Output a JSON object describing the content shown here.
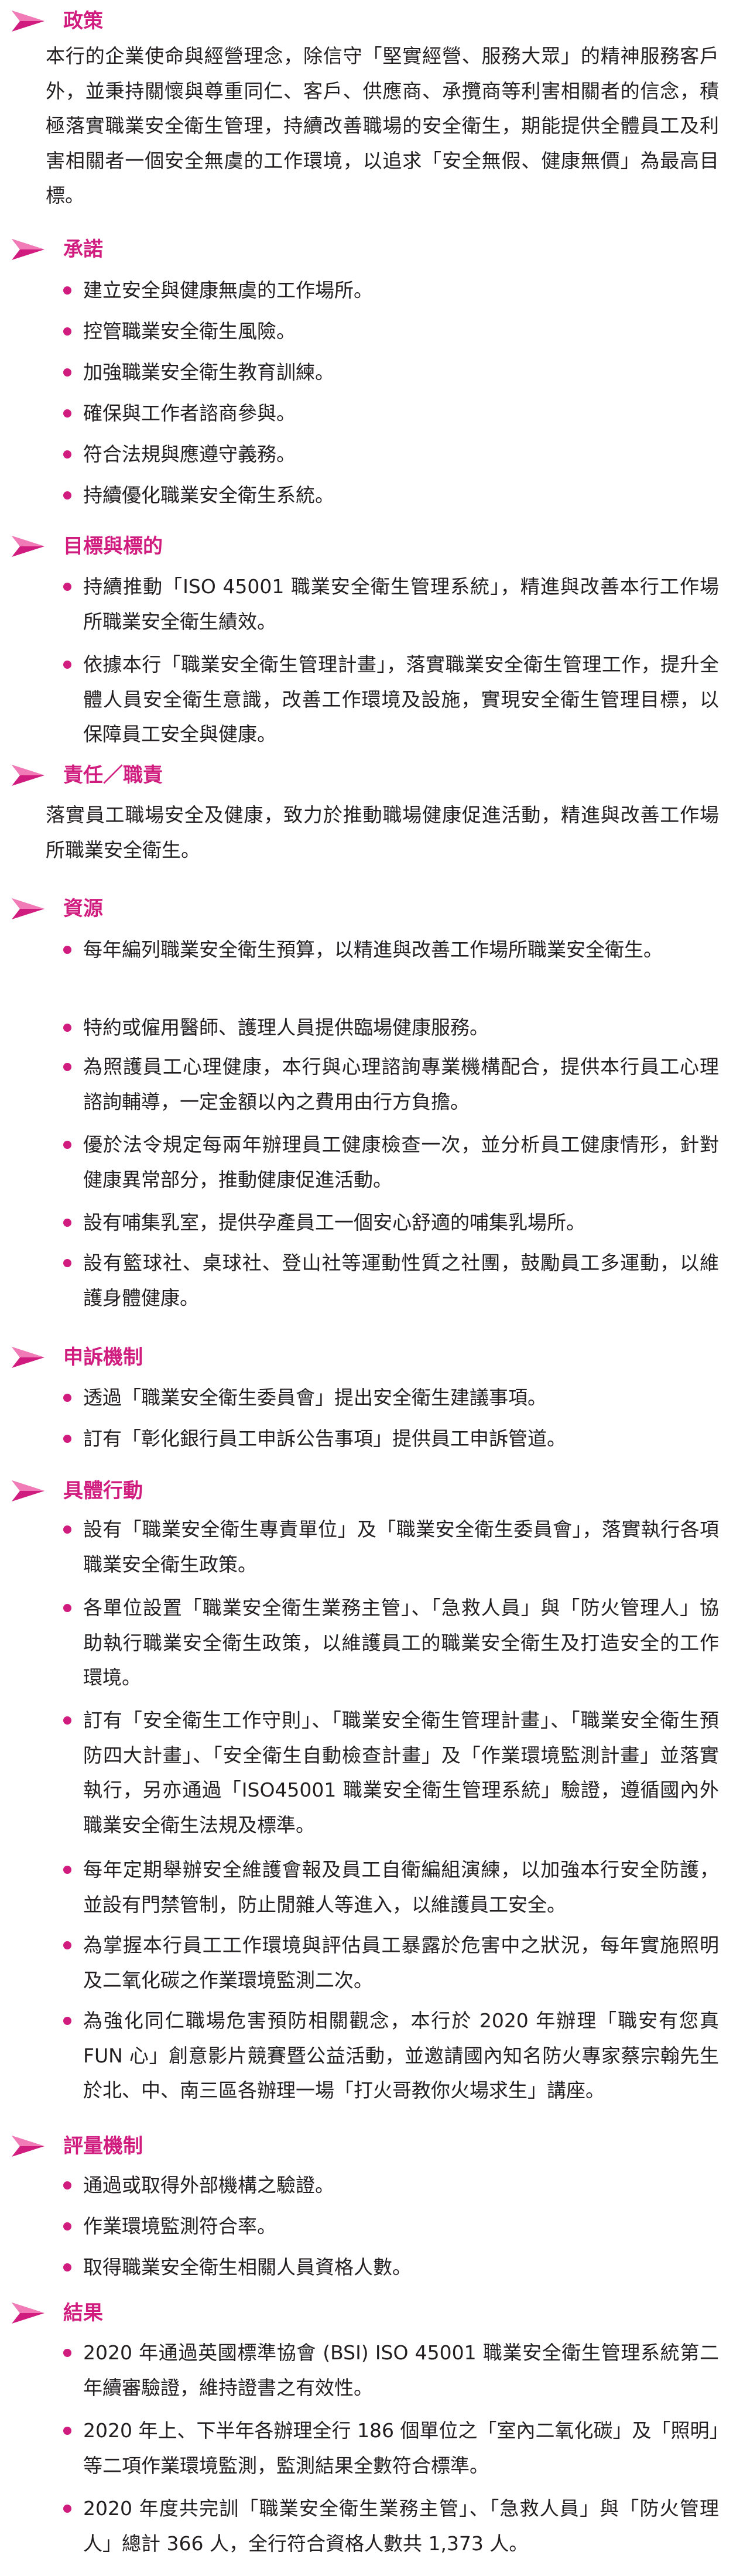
{
  "accent_color": "#d01c7e",
  "heading_icon": "pink-arrow-chevron-icon",
  "sections": [
    {
      "id": "policy",
      "heading": "政策",
      "paragraph": "本行的企業使命與經營理念，除信守「堅實經營、服務大眾」的精神服務客戶外，並秉持關懷與尊重同仁、客戶、供應商、承攬商等利害相關者的信念，積極落實職業安全衛生管理，持續改善職場的安全衛生，期能提供全體員工及利害相關者一個安全無虞的工作環境，以追求「安全無假、健康無價」為最高目標。"
    },
    {
      "id": "commitment",
      "heading": "承諾",
      "items": [
        "建立安全與健康無虞的工作場所。",
        "控管職業安全衛生風險。",
        "加強職業安全衛生教育訓練。",
        "確保與工作者諮商參與。",
        "符合法規與應遵守義務。",
        "持續優化職業安全衛生系統。"
      ]
    },
    {
      "id": "goals",
      "heading": "目標與標的",
      "items": [
        "持續推動「ISO 45001 職業安全衛生管理系統」，精進與改善本行工作場所職業安全衛生績效。",
        "依據本行「職業安全衛生管理計畫」，落實職業安全衛生管理工作，提升全體人員安全衛生意識，改善工作環境及設施，實現安全衛生管理目標，以保障員工安全與健康。"
      ]
    },
    {
      "id": "responsibility",
      "heading": "責任／職責",
      "paragraph": "落實員工職場安全及健康，致力於推動職場健康促進活動，精進與改善工作場所職業安全衛生。"
    },
    {
      "id": "resources",
      "heading": "資源",
      "items": [
        "每年編列職業安全衛生預算，以精進與改善工作場所職業安全衛生。",
        "特約或僱用醫師、護理人員提供臨場健康服務。",
        "為照護員工心理健康，本行與心理諮詢專業機構配合，提供本行員工心理諮詢輔導，一定金額以內之費用由行方負擔。",
        "優於法令規定每兩年辦理員工健康檢查一次，並分析員工健康情形，針對健康異常部分，推動健康促進活動。",
        "設有哺集乳室，提供孕產員工一個安心舒適的哺集乳場所。",
        "設有籃球社、桌球社、登山社等運動性質之社團，鼓勵員工多運動，以維護身體健康。"
      ]
    },
    {
      "id": "grievance",
      "heading": "申訴機制",
      "items": [
        "透過「職業安全衛生委員會」提出安全衛生建議事項。",
        "訂有「彰化銀行員工申訴公告事項」提供員工申訴管道。"
      ]
    },
    {
      "id": "actions",
      "heading": "具體行動",
      "items": [
        "設有「職業安全衛生專責單位」及「職業安全衛生委員會」，落實執行各項職業安全衛生政策。",
        "各單位設置「職業安全衛生業務主管」、「急救人員」與「防火管理人」協助執行職業安全衛生政策，以維護員工的職業安全衛生及打造安全的工作環境。",
        "訂有「安全衛生工作守則」、「職業安全衛生管理計畫」、「職業安全衛生預防四大計畫」、「安全衛生自動檢查計畫」及「作業環境監測計畫」並落實執行，另亦通過「ISO45001 職業安全衛生管理系統」驗證，遵循國內外職業安全衛生法規及標準。",
        "每年定期舉辦安全維護會報及員工自衛編組演練，以加強本行安全防護，並設有門禁管制，防止閒雜人等進入，以維護員工安全。",
        "為掌握本行員工工作環境與評估員工暴露於危害中之狀況，每年實施照明及二氧化碳之作業環境監測二次。",
        "為強化同仁職場危害預防相關觀念，本行於 2020 年辦理「職安有您真 FUN 心」創意影片競賽暨公益活動，並邀請國內知名防火專家蔡宗翰先生於北、中、南三區各辦理一場「打火哥教你火場求生」講座。"
      ]
    },
    {
      "id": "evaluation",
      "heading": "評量機制",
      "items": [
        "通過或取得外部機構之驗證。",
        "作業環境監測符合率。",
        "取得職業安全衛生相關人員資格人數。"
      ]
    },
    {
      "id": "results",
      "heading": "結果",
      "items": [
        "2020 年通過英國標準協會 (BSI) ISO 45001 職業安全衛生管理系統第二年續審驗證，維持證書之有效性。",
        "2020 年上、下半年各辦理全行 186 個單位之「室內二氧化碳」及「照明」等二項作業環境監測，監測結果全數符合標準。",
        "2020 年度共完訓「職業安全衛生業務主管」、「急救人員」與「防火管理人」總計 366 人，全行符合資格人數共 1,373 人。"
      ]
    }
  ]
}
